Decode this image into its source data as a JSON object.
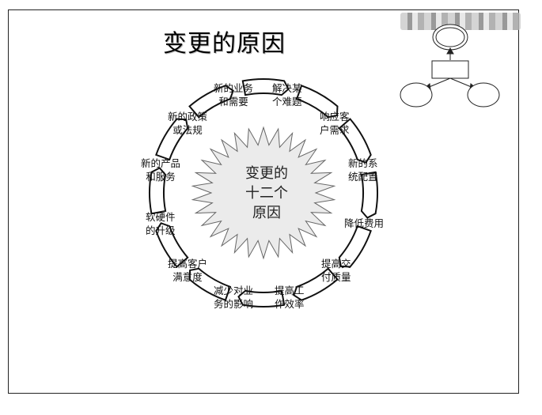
{
  "title": "变更的原因",
  "center": {
    "line1": "变更的",
    "line2": "十二个",
    "line3": "原因"
  },
  "reasons": [
    {
      "l1": "新的业务",
      "l2": "和需要"
    },
    {
      "l1": "解决某",
      "l2": "个难题"
    },
    {
      "l1": "响应客",
      "l2": "户需求"
    },
    {
      "l1": "新的系",
      "l2": "统配置"
    },
    {
      "l1": "降低费用",
      "l2": ""
    },
    {
      "l1": "提高交",
      "l2": "付质量"
    },
    {
      "l1": "提高工",
      "l2": "作效率"
    },
    {
      "l1": "减少对业",
      "l2": "务的影响"
    },
    {
      "l1": "提高客户",
      "l2": "满意度"
    },
    {
      "l1": "软硬件",
      "l2": "的升级"
    },
    {
      "l1": "新的产品",
      "l2": "和服务"
    },
    {
      "l1": "新的政策",
      "l2": "或法规"
    }
  ]
}
